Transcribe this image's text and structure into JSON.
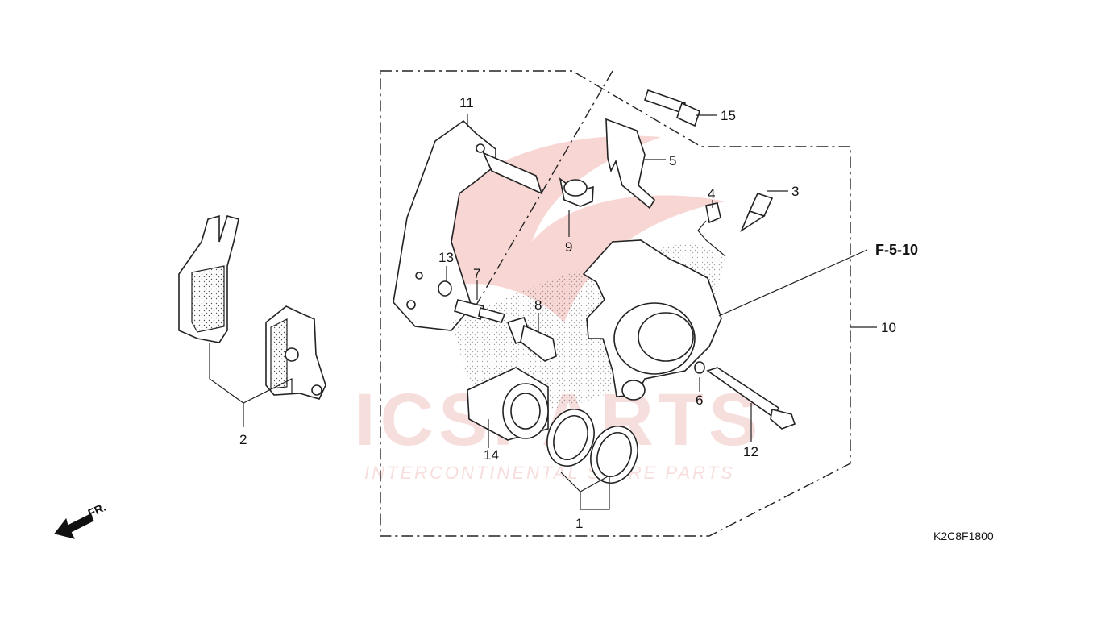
{
  "callouts": {
    "c1": "1",
    "c2": "2",
    "c3": "3",
    "c4": "4",
    "c5": "5",
    "c6": "6",
    "c7": "7",
    "c8": "8",
    "c9": "9",
    "c10": "10",
    "c11": "11",
    "c12": "12",
    "c13": "13",
    "c14": "14",
    "c15": "15"
  },
  "reference": "F-5-10",
  "diagram_code": "K2C8F1800",
  "direction_label": "FR.",
  "watermark": {
    "logo_text": "ICSPARTS",
    "tagline": "INTERCONTINENTAL SPARE PARTS",
    "accent_color": "#e8473c"
  }
}
